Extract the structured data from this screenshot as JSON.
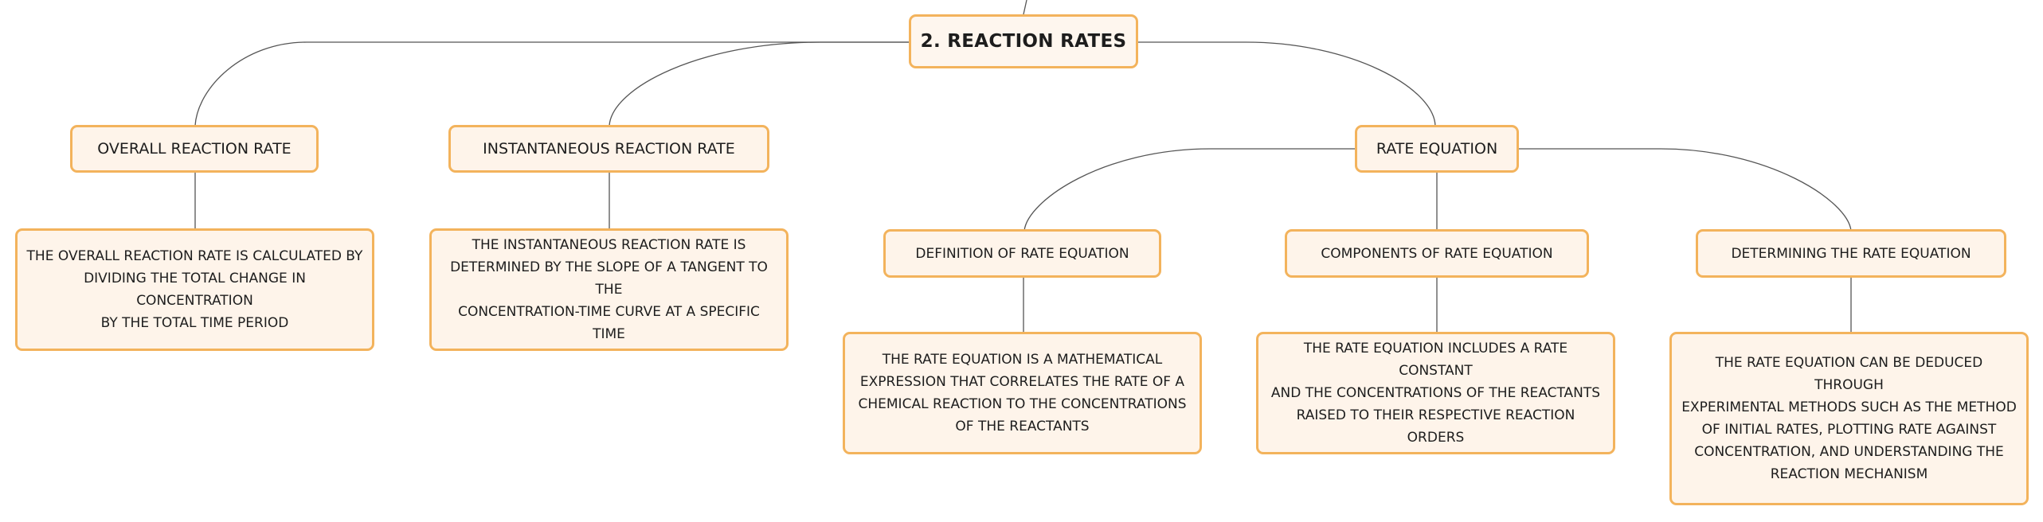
{
  "diagram": {
    "root": {
      "label": "2. REACTION RATES"
    },
    "overall": {
      "label": "OVERALL REACTION RATE",
      "detail": "THE OVERALL REACTION RATE IS CALCULATED BY\nDIVIDING THE TOTAL CHANGE IN CONCENTRATION\nBY THE TOTAL TIME PERIOD"
    },
    "instantaneous": {
      "label": "INSTANTANEOUS REACTION RATE",
      "detail": "THE INSTANTANEOUS REACTION RATE IS\nDETERMINED BY THE SLOPE OF A TANGENT TO THE\nCONCENTRATION-TIME CURVE AT A SPECIFIC TIME"
    },
    "rate_equation": {
      "label": "RATE EQUATION",
      "definition": {
        "label": "DEFINITION OF RATE EQUATION",
        "detail": "THE RATE EQUATION IS A MATHEMATICAL\nEXPRESSION THAT CORRELATES THE RATE OF A\nCHEMICAL REACTION TO THE CONCENTRATIONS\nOF THE REACTANTS"
      },
      "components": {
        "label": "COMPONENTS OF RATE EQUATION",
        "detail": "THE RATE EQUATION INCLUDES A RATE CONSTANT\nAND THE CONCENTRATIONS OF THE REACTANTS\nRAISED TO THEIR RESPECTIVE REACTION ORDERS"
      },
      "determining": {
        "label": "DETERMINING THE RATE EQUATION",
        "detail": "THE RATE EQUATION CAN BE DEDUCED THROUGH\nEXPERIMENTAL METHODS SUCH AS THE METHOD\nOF INITIAL RATES, PLOTTING RATE AGAINST\nCONCENTRATION, AND UNDERSTANDING THE\nREACTION MECHANISM"
      }
    }
  }
}
